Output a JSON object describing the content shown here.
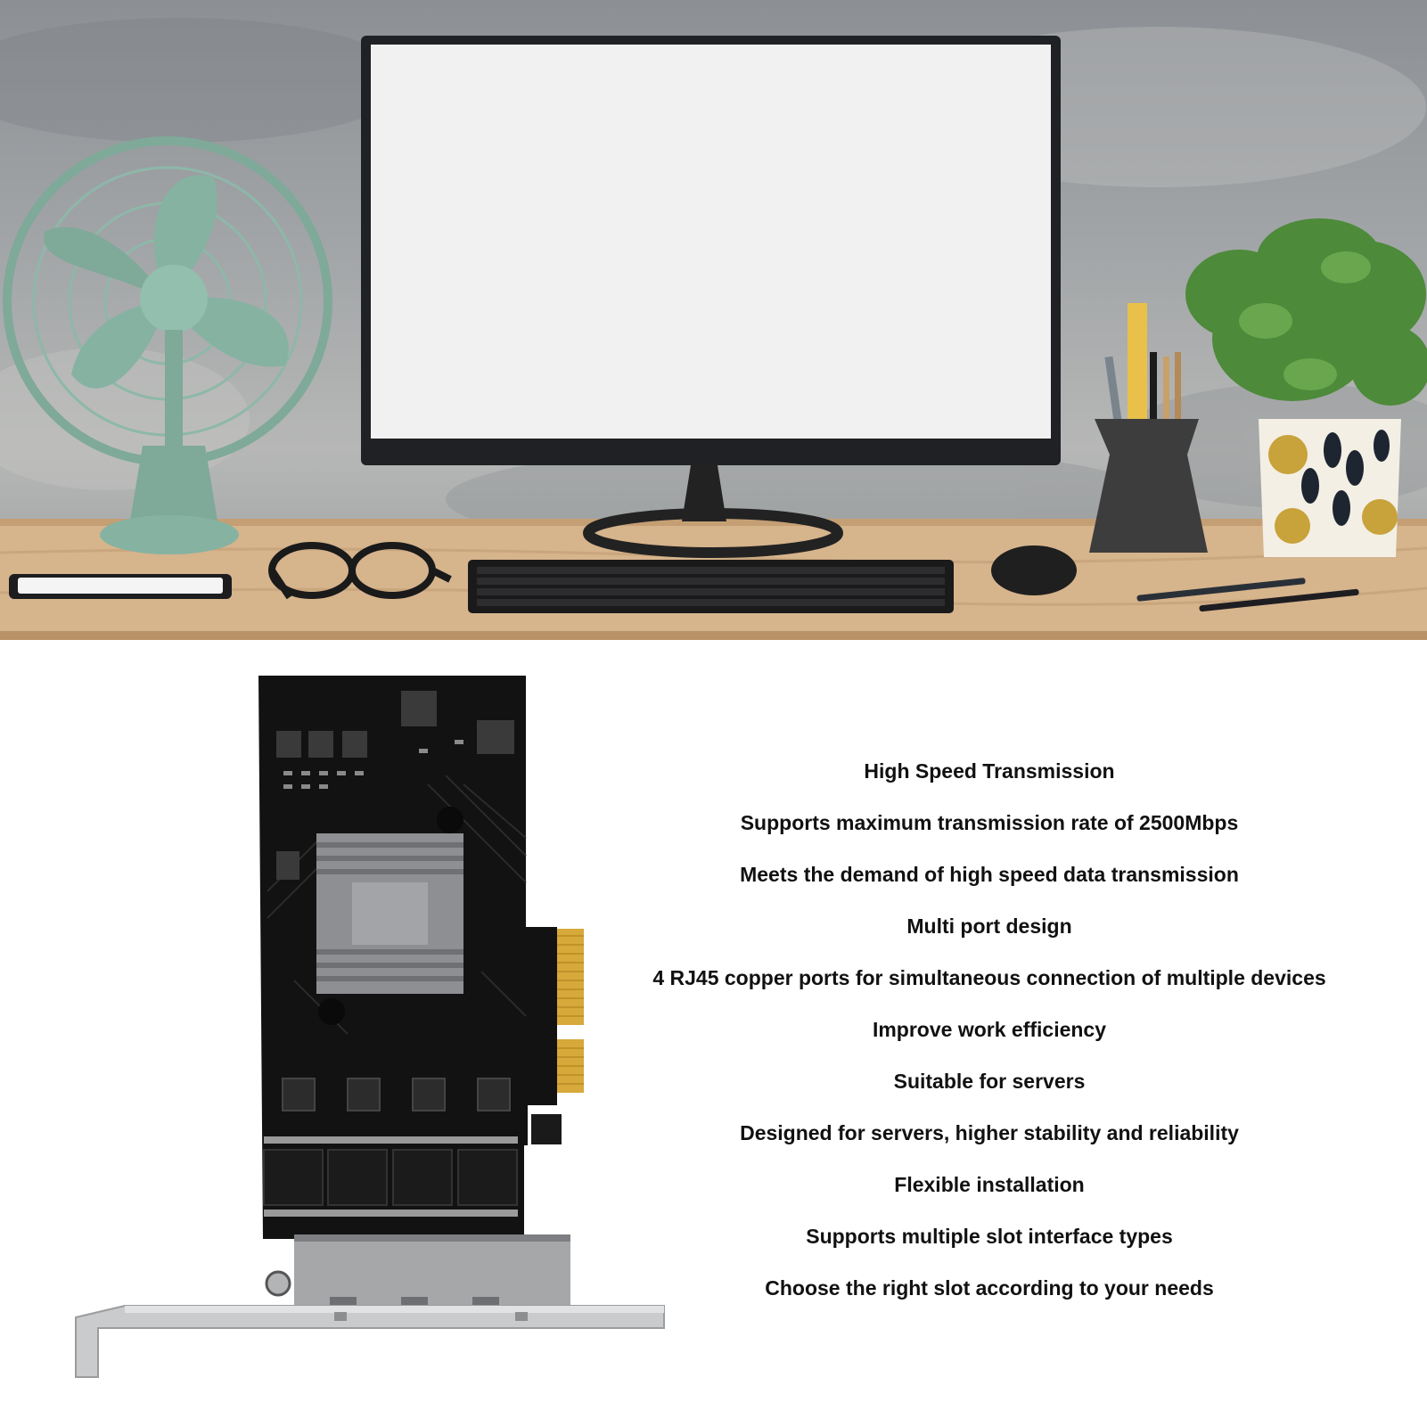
{
  "colors": {
    "wall": "#a3a6a8",
    "desk": "#d6b48c",
    "fan": "#86b2a2",
    "pcb": "#121212",
    "gold_contacts": "#d6a93a",
    "bracket": "#c9cbcd",
    "text": "#111111"
  },
  "features": [
    "High Speed Transmission",
    "Supports maximum transmission rate of 2500Mbps",
    "Meets the demand of high speed data transmission",
    "Multi port design",
    "4 RJ45 copper ports for simultaneous connection of multiple devices",
    "Improve work efficiency",
    "Suitable for servers",
    "Designed for servers, higher stability and reliability",
    "Flexible installation",
    "Supports multiple slot interface types",
    "Choose the right slot according to your needs"
  ]
}
